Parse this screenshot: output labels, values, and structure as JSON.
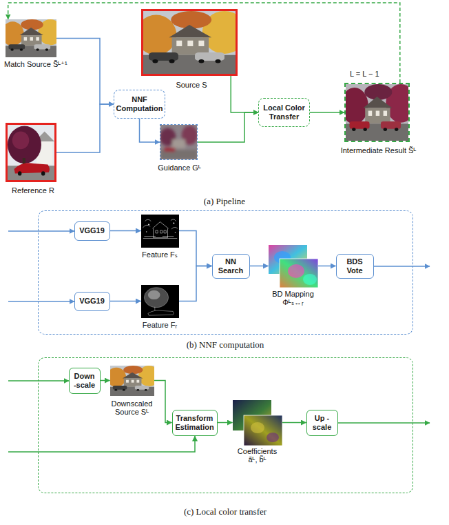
{
  "diagram": {
    "nodes": [
      {
        "text": [
          "Match Source S̃ᴸ⁺¹"
        ]
      },
      {
        "text": [
          "Source S"
        ]
      },
      {
        "text": [
          "NNF Computation"
        ]
      },
      {
        "text": [
          "Reference R"
        ]
      },
      {
        "text": [
          "Guidance Gᴸ"
        ]
      },
      {
        "text": [
          "Local Color Transfer"
        ]
      },
      {
        "text": [
          "L = L − 1",
          "Intermediate Result S̃ᴸ"
        ]
      },
      {
        "text": [
          "(b) NNF computation"
        ]
      },
      {
        "text": [
          "VGG19"
        ],
        "in": 7
      },
      {
        "text": [
          "Feature Fₛ"
        ],
        "in": 7
      },
      {
        "text": [
          "VGG19"
        ],
        "in": 7
      },
      {
        "text": [
          "Feature Fᵣ"
        ],
        "in": 7
      },
      {
        "text": [
          "NN Search"
        ],
        "in": 7
      },
      {
        "text": [
          "BD Mapping Φᴸₛ↔ᵣ"
        ],
        "in": 7
      },
      {
        "text": [
          "BDS Vote"
        ],
        "in": 7
      },
      {
        "text": [
          "(c) Local color transfer"
        ]
      },
      {
        "text": [
          "Down -scale"
        ],
        "in": 15
      },
      {
        "text": [
          "Downscaled Source Sᴸ"
        ],
        "in": 15
      },
      {
        "text": [
          "Transform Estimation"
        ],
        "in": 15
      },
      {
        "text": [
          "Coefficients ãᴸ, b̃ᴸ"
        ],
        "in": 15
      },
      {
        "text": [
          "Up -scale"
        ],
        "in": 15
      }
    ],
    "edges": [
      {
        "from": 0,
        "to": 2,
        "arrow": "to"
      },
      {
        "from": 3,
        "to": 2,
        "arrow": "to"
      },
      {
        "from": 2,
        "to": 4,
        "arrow": "to"
      },
      {
        "from": 4,
        "to": 5,
        "arrow": "to"
      },
      {
        "from": 1,
        "to": 5,
        "arrow": "to"
      },
      {
        "from": 5,
        "to": 6,
        "arrow": "to"
      },
      {
        "from": 6,
        "to": 0,
        "arrow": "to"
      },
      {
        "from": 8,
        "to": 9,
        "arrow": "to"
      },
      {
        "from": 10,
        "to": 11,
        "arrow": "to"
      },
      {
        "from": 9,
        "to": 12,
        "arrow": "to"
      },
      {
        "from": 11,
        "to": 12,
        "arrow": "to"
      },
      {
        "from": 12,
        "to": 13,
        "arrow": "to"
      },
      {
        "from": 13,
        "to": 14,
        "arrow": "to"
      },
      {
        "from": 16,
        "to": 17,
        "arrow": "to"
      },
      {
        "from": 17,
        "to": 18,
        "arrow": "to"
      },
      {
        "from": 18,
        "to": 19,
        "arrow": "to"
      },
      {
        "from": 19,
        "to": 20,
        "arrow": "to"
      }
    ],
    "labels": [
      "(a) Pipeline"
    ]
  }
}
